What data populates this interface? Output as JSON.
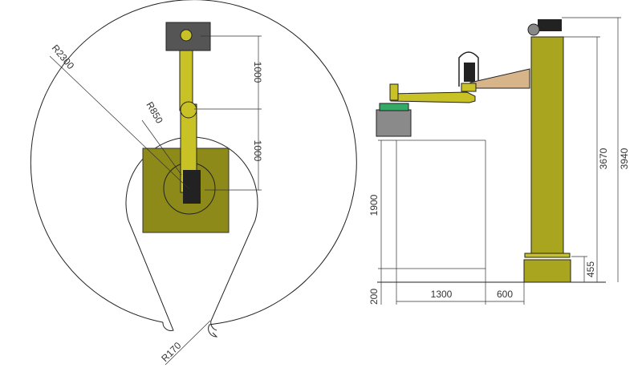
{
  "top_view": {
    "reach_radius": "R2300",
    "inner_radius": "R850",
    "lobe_radius": "R170",
    "link1_length": "1000",
    "link2_length": "1000"
  },
  "side_view": {
    "work_height": "1900",
    "base_offset": "200",
    "work_width": "1300",
    "gap": "600",
    "column_height": "3670",
    "total_height": "3940",
    "base_height": "455"
  },
  "colors": {
    "machine": "#a9a51e",
    "plate": "#8d8a1a",
    "beige": "#d8b48a",
    "gripper": "#8a8a8a"
  }
}
